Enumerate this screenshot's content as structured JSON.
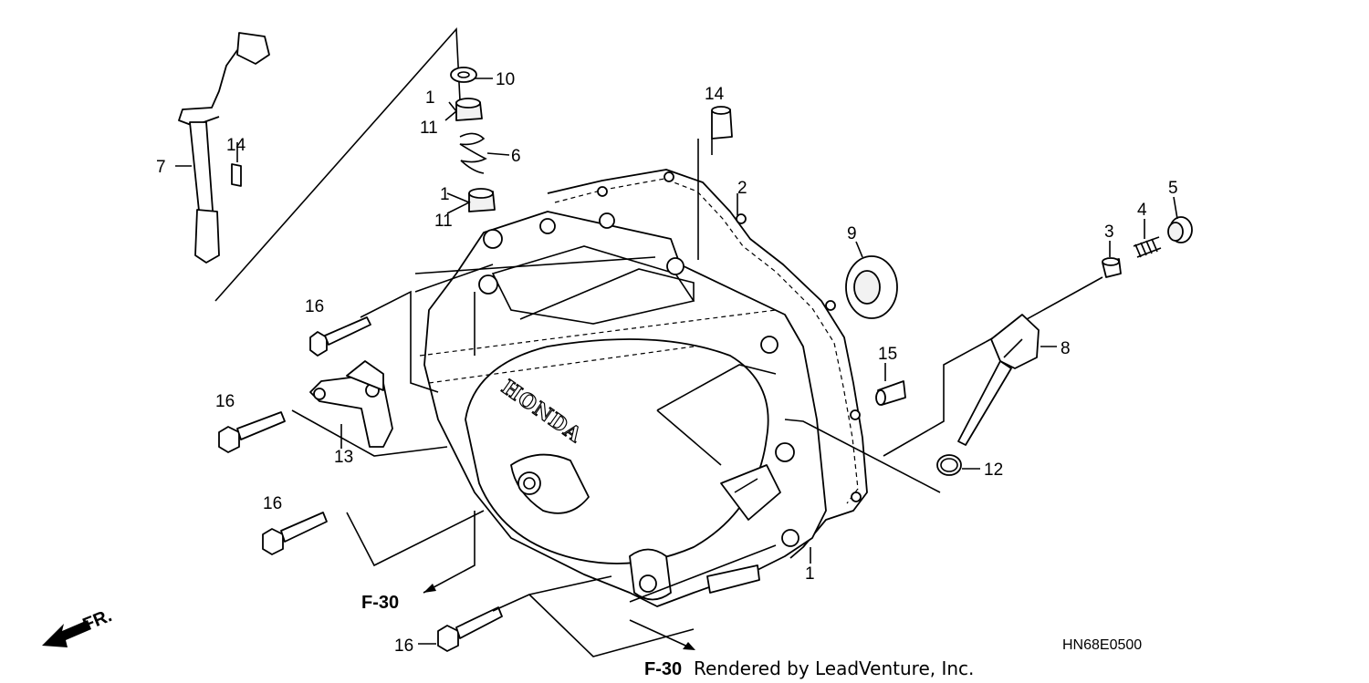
{
  "parts": [
    {
      "id": "label-1-cover",
      "text": "1"
    },
    {
      "id": "label-1-upper",
      "text": "1"
    },
    {
      "id": "label-1-lower",
      "text": "1"
    },
    {
      "id": "label-2",
      "text": "2"
    },
    {
      "id": "label-3",
      "text": "3"
    },
    {
      "id": "label-4",
      "text": "4"
    },
    {
      "id": "label-5",
      "text": "5"
    },
    {
      "id": "label-6",
      "text": "6"
    },
    {
      "id": "label-7",
      "text": "7"
    },
    {
      "id": "label-8",
      "text": "8"
    },
    {
      "id": "label-9",
      "text": "9"
    },
    {
      "id": "label-10",
      "text": "10"
    },
    {
      "id": "label-11-upper",
      "text": "11"
    },
    {
      "id": "label-11-lower",
      "text": "11"
    },
    {
      "id": "label-12",
      "text": "12"
    },
    {
      "id": "label-13",
      "text": "13"
    },
    {
      "id": "label-14-upper",
      "text": "14"
    },
    {
      "id": "label-14-lower",
      "text": "14"
    },
    {
      "id": "label-15",
      "text": "15"
    },
    {
      "id": "label-16-a",
      "text": "16"
    },
    {
      "id": "label-16-b",
      "text": "16"
    },
    {
      "id": "label-16-c",
      "text": "16"
    },
    {
      "id": "label-16-d",
      "text": "16"
    }
  ],
  "references": {
    "left": "F-30",
    "bottom": "F-30"
  },
  "brand_text": "HONDA",
  "front_marker": "FR.",
  "diagram_code": "HN68E0500",
  "credit": "Rendered by LeadVenture, Inc."
}
